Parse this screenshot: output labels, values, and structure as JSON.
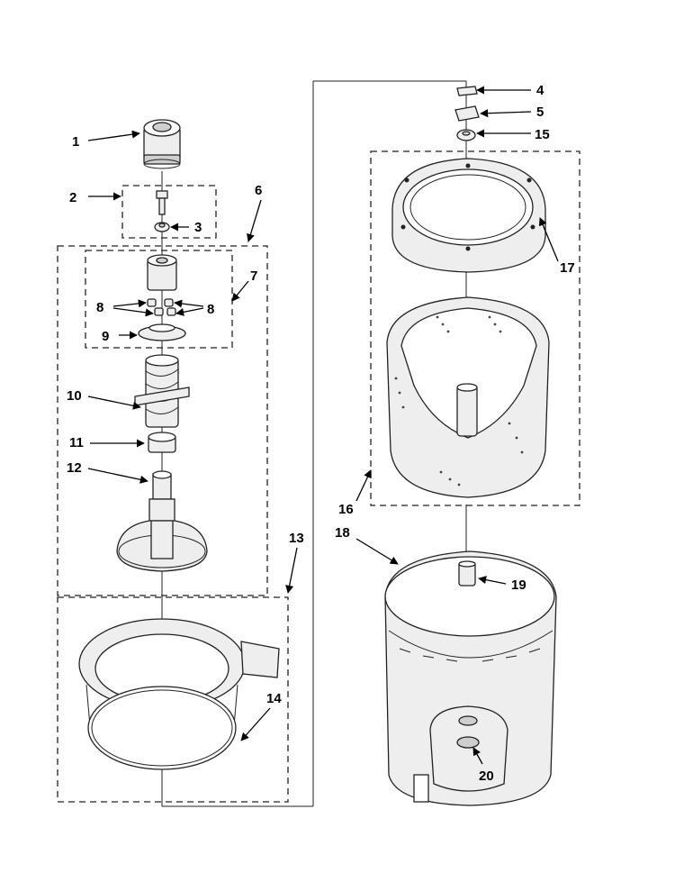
{
  "callouts": [
    {
      "key": "c1",
      "label": "1"
    },
    {
      "key": "c2",
      "label": "2"
    },
    {
      "key": "c3",
      "label": "3"
    },
    {
      "key": "c4",
      "label": "4"
    },
    {
      "key": "c5",
      "label": "5"
    },
    {
      "key": "c6",
      "label": "6"
    },
    {
      "key": "c7",
      "label": "7"
    },
    {
      "key": "c8a",
      "label": "8"
    },
    {
      "key": "c8b",
      "label": "8"
    },
    {
      "key": "c9",
      "label": "9"
    },
    {
      "key": "c10",
      "label": "10"
    },
    {
      "key": "c11",
      "label": "11"
    },
    {
      "key": "c12",
      "label": "12"
    },
    {
      "key": "c13",
      "label": "13"
    },
    {
      "key": "c14",
      "label": "14"
    },
    {
      "key": "c15",
      "label": "15"
    },
    {
      "key": "c16",
      "label": "16"
    },
    {
      "key": "c17",
      "label": "17"
    },
    {
      "key": "c18",
      "label": "18"
    },
    {
      "key": "c19",
      "label": "19"
    },
    {
      "key": "c20",
      "label": "20"
    }
  ]
}
